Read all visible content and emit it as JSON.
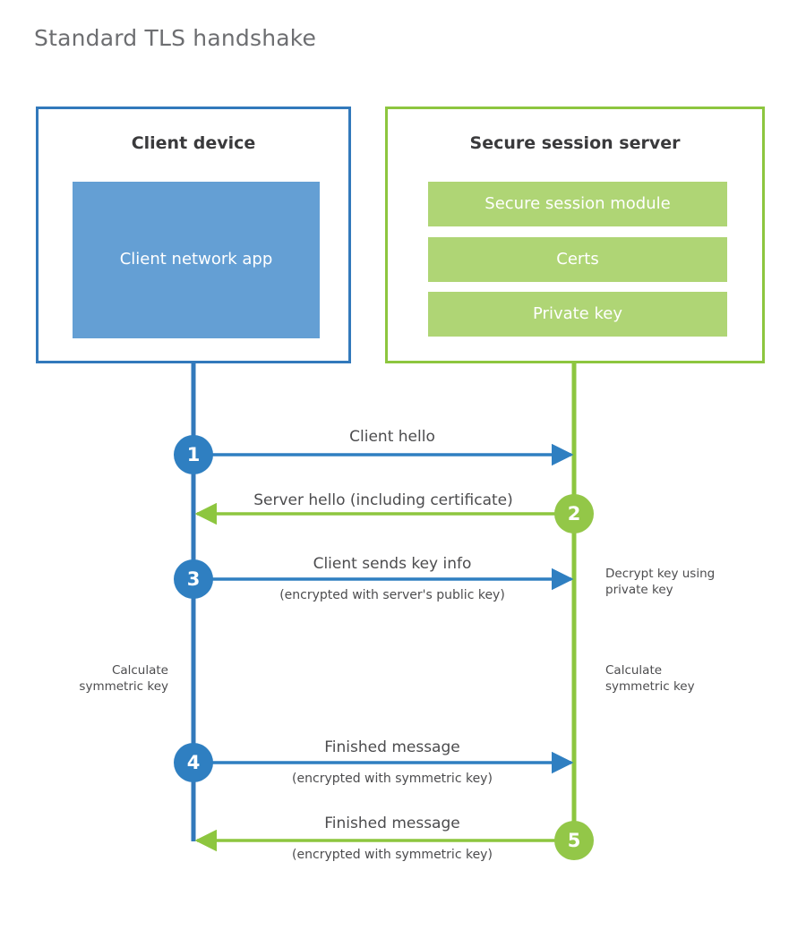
{
  "title": "Standard TLS handshake",
  "colors": {
    "client_accent": "#3279bb",
    "client_fill": "#649fd4",
    "server_accent": "#8dc63f",
    "server_fill": "#afd575",
    "step_blue": "#2f7fc1",
    "step_green": "#93c748",
    "title_text": "#6d6e71",
    "body_text": "#4c4c4e",
    "heading_text": "#3a3a3c"
  },
  "actors": {
    "client": {
      "title": "Client device",
      "components": [
        {
          "label": "Client network app"
        }
      ]
    },
    "server": {
      "title": "Secure session server",
      "components": [
        {
          "label": "Secure session module"
        },
        {
          "label": "Certs"
        },
        {
          "label": "Private key"
        }
      ]
    }
  },
  "steps": [
    {
      "number": "1",
      "label": "Client hello",
      "sublabel": "",
      "direction": "client-to-server",
      "side": "client"
    },
    {
      "number": "2",
      "label": "Server hello (including certificate)",
      "sublabel": "",
      "direction": "server-to-client",
      "side": "server"
    },
    {
      "number": "3",
      "label": "Client sends key info",
      "sublabel": "(encrypted with server's public key)",
      "direction": "client-to-server",
      "side": "client"
    },
    {
      "number": "4",
      "label": "Finished message",
      "sublabel": "(encrypted with symmetric key)",
      "direction": "client-to-server",
      "side": "client"
    },
    {
      "number": "5",
      "label": "Finished message",
      "sublabel": "(encrypted with symmetric key)",
      "direction": "server-to-client",
      "side": "server"
    }
  ],
  "annotations": {
    "decrypt_key": "Decrypt key using\nprivate key",
    "calculate_symmetric_key_client": "Calculate\nsymmetric key",
    "calculate_symmetric_key_server": "Calculate\nsymmetric key"
  }
}
